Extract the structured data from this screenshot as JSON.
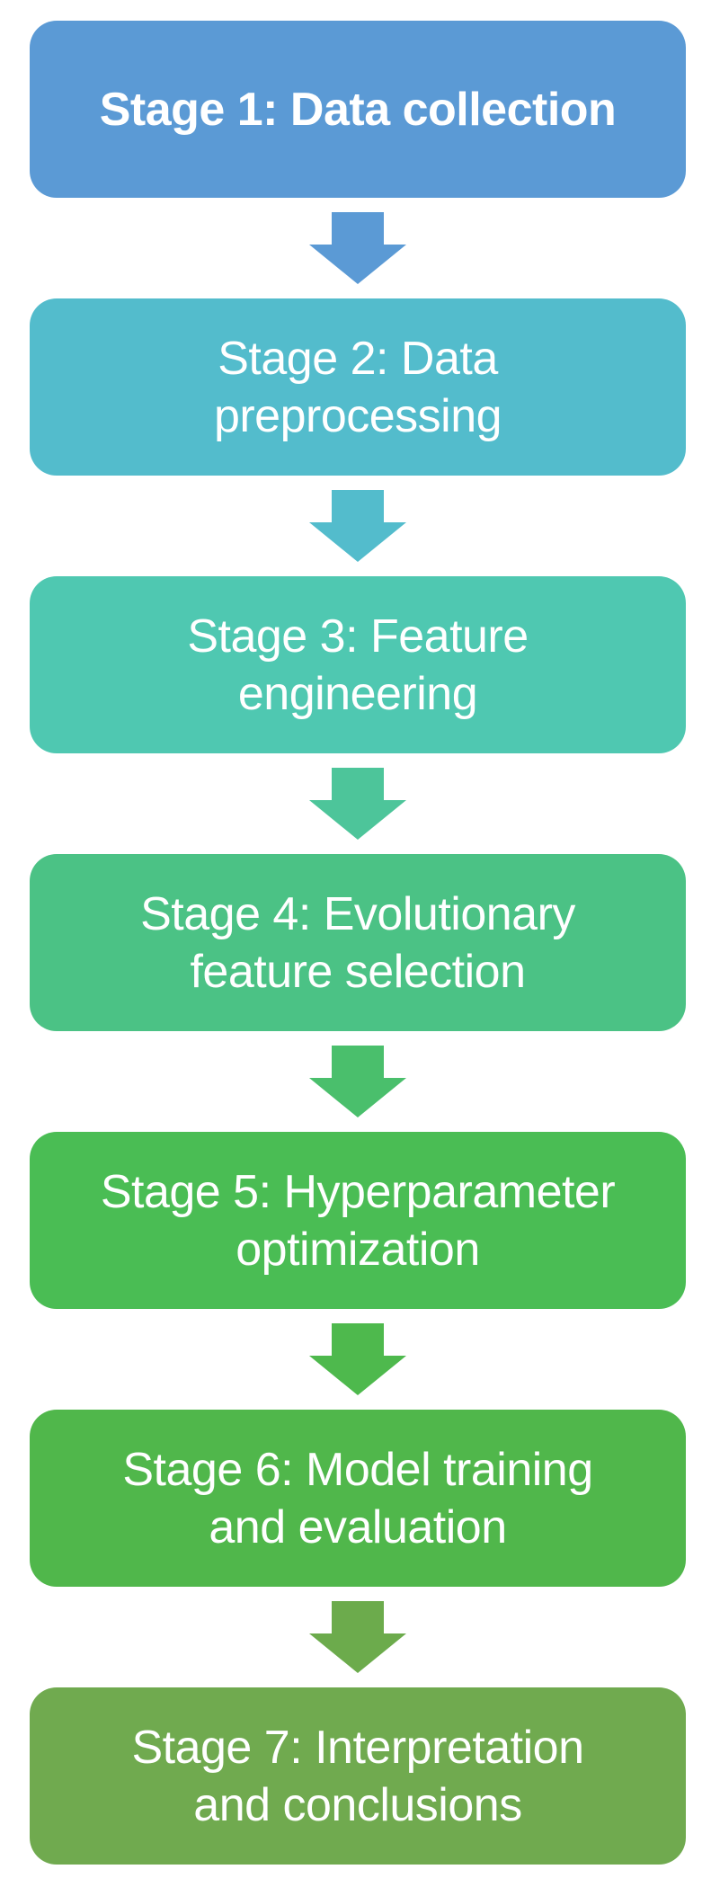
{
  "diagram": {
    "type": "vertical-flowchart",
    "background_color": "#ffffff",
    "text_color": "#ffffff",
    "stages": [
      {
        "id": 1,
        "label": "Stage 1: Data collection",
        "lines": [
          "Stage 1: Data collection",
          ""
        ],
        "color": "#5B9AD5",
        "bold": true
      },
      {
        "id": 2,
        "label": "Stage 2: Data preprocessing",
        "lines": [
          "Stage 2: Data",
          "preprocessing"
        ],
        "color": "#53BCCC",
        "bold": false
      },
      {
        "id": 3,
        "label": "Stage 3: Feature engineering",
        "lines": [
          "Stage 3: Feature",
          "engineering"
        ],
        "color": "#4FC8B1",
        "bold": false
      },
      {
        "id": 4,
        "label": "Stage 4: Evolutionary feature selection",
        "lines": [
          "Stage 4: Evolutionary",
          "feature selection"
        ],
        "color": "#4BC285",
        "bold": false
      },
      {
        "id": 5,
        "label": "Stage 5: Hyperparameter optimization",
        "lines": [
          "Stage 5: Hyperparameter",
          "optimization"
        ],
        "color": "#4ABD54",
        "bold": false
      },
      {
        "id": 6,
        "label": "Stage 6: Model training and evaluation",
        "lines": [
          "Stage 6: Model training",
          "and evaluation"
        ],
        "color": "#50B74B",
        "bold": false
      },
      {
        "id": 7,
        "label": "Stage 7: Interpretation and conclusions",
        "lines": [
          "Stage 7: Interpretation",
          "and conclusions"
        ],
        "color": "#70AA4F",
        "bold": false
      }
    ],
    "arrows": [
      {
        "between": "stage-1-to-stage-2",
        "direction": "down",
        "color": "#5B9AD5"
      },
      {
        "between": "stage-2-to-stage-3",
        "direction": "down",
        "color": "#53BCCC"
      },
      {
        "between": "stage-3-to-stage-4",
        "direction": "down",
        "color": "#4DC59A"
      },
      {
        "between": "stage-4-to-stage-5",
        "direction": "down",
        "color": "#4ABF6C"
      },
      {
        "between": "stage-5-to-stage-6",
        "direction": "down",
        "color": "#4EB94D"
      },
      {
        "between": "stage-6-to-stage-7",
        "direction": "down",
        "color": "#6CAB4C"
      }
    ]
  }
}
